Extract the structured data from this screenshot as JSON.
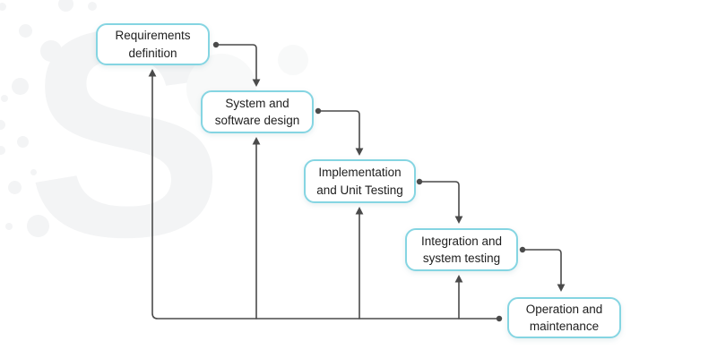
{
  "stages": [
    {
      "id": "requirements",
      "label": "Requirements\ndefinition"
    },
    {
      "id": "design",
      "label": "System and\nsoftware design"
    },
    {
      "id": "implementation",
      "label": "Implementation\nand Unit Testing"
    },
    {
      "id": "integration",
      "label": "Integration and\nsystem testing"
    },
    {
      "id": "operation",
      "label": "Operation and\nmaintenance"
    }
  ],
  "flow": {
    "forward": [
      [
        "requirements",
        "design"
      ],
      [
        "design",
        "implementation"
      ],
      [
        "implementation",
        "integration"
      ],
      [
        "integration",
        "operation"
      ]
    ],
    "feedback": [
      [
        "operation",
        "requirements"
      ],
      [
        "operation",
        "design"
      ],
      [
        "operation",
        "implementation"
      ],
      [
        "operation",
        "integration"
      ]
    ]
  },
  "watermark": {
    "letter": "S"
  },
  "colors": {
    "background": "#ffffff",
    "stage_border": "#85d5e2",
    "stage_background": "#ffffff",
    "connector": "#4a4a4a",
    "text": "#1e1e1e",
    "watermark": "#f3f4f5"
  }
}
